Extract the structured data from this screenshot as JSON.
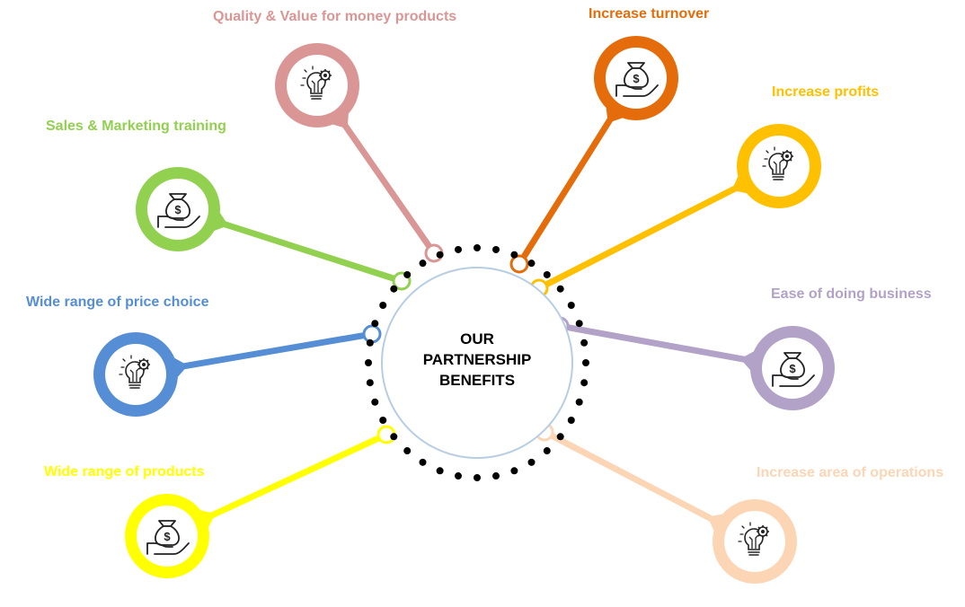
{
  "center": {
    "title_lines": [
      "OUR",
      "PARTNERSHIP",
      "BENEFITS"
    ],
    "ring_color": "#b7cde3",
    "dot_color": "#000000"
  },
  "benefits": [
    {
      "label": "Quality & Value for money products",
      "color": "#d99694",
      "icon": "lightbulb-gear-icon"
    },
    {
      "label": "Increase turnover",
      "color": "#e46c0a",
      "icon": "money-bag-hand-icon"
    },
    {
      "label": "Increase profits",
      "color": "#ffc000",
      "icon": "lightbulb-gear-icon"
    },
    {
      "label": "Ease of doing business",
      "color": "#b3a2c7",
      "icon": "money-bag-hand-icon"
    },
    {
      "label": "Increase area of operations",
      "color": "#fcd5b5",
      "icon": "lightbulb-gear-icon"
    },
    {
      "label": "Wide range of products",
      "color": "#ffff00",
      "icon": "money-bag-hand-icon"
    },
    {
      "label": "Wide range of price choice",
      "color": "#558ed5",
      "icon": "lightbulb-gear-icon"
    },
    {
      "label": "Sales & Marketing training",
      "color": "#92d050",
      "icon": "money-bag-hand-icon"
    }
  ]
}
